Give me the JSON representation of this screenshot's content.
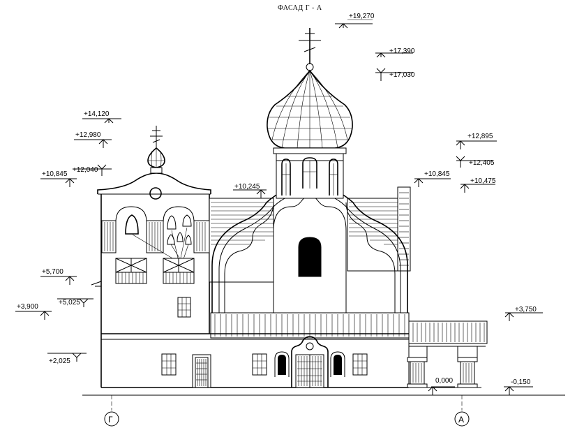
{
  "title": "ФАСАД  Г - А",
  "axes": {
    "left": "Г",
    "right": "А"
  },
  "levels": {
    "cross_top": "+19,270",
    "dome_top": "+17,390",
    "dome_base": "+17,030",
    "belfry_cross": "+14,120",
    "belfry_dome": "+12,980",
    "belfry_gable": "+12,040",
    "belfry_eave": "+10,845",
    "drum_top": "+12,895",
    "drum_cornice": "+12,405",
    "roof_ridge": "+10,845",
    "roof_eave": "+10,475",
    "nave_eave": "+10,245",
    "bell_sill": "+5,700",
    "bell_base": "+5,025",
    "second_floor": "+3,900",
    "porch_roof": "+3,750",
    "plinth": "+2,025",
    "ground": "0,000",
    "grade": "-0,150"
  }
}
